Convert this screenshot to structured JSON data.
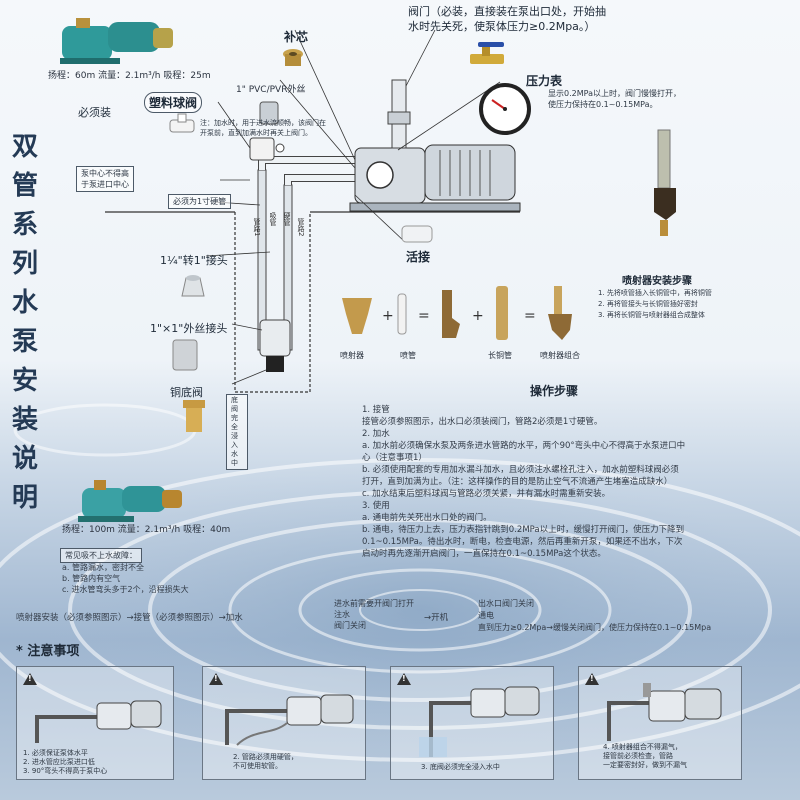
{
  "title_chars": [
    "双",
    "管",
    "系",
    "列",
    "水",
    "泵",
    "安",
    "装",
    "说",
    "明"
  ],
  "pump_top": {
    "caption": "扬程：60m 流量：2.1m³/h 吸程：25m"
  },
  "pump_bottom": {
    "caption": "扬程：100m 流量：2.1m³/h 吸程：40m"
  },
  "labels": {
    "valve_note_line1": "阀门（必装，直接装在泵出口处，开始抽",
    "valve_note_line2": "水时先关死，使泵体压力≥0.2Mpa。）",
    "plug": "补芯",
    "pressure_gauge": "压力表",
    "gauge_note_line1": "显示0.2MPa以上时，阀门慢慢打开，",
    "gauge_note_line2": "使压力保持在0.1~0.15MPa。",
    "pvc_thread": "1\" PVC/PVR外丝",
    "must_install": "必须装",
    "plastic_ball_valve": "塑料球阀",
    "ball_valve_note_line1": "注：加水时，用于进水流顺畅，该阀门在",
    "ball_valve_note_line2": "开泵前，直到加满水时再关上阀门。",
    "center_note_line1": "泵中心不得高",
    "center_note_line2": "于泵进口中心",
    "pipe_note": "必须为1寸硬管",
    "live_joint": "活接",
    "adapter": "1¼\"转1\"接头",
    "nipple": "1\"×1\"外丝接头",
    "foot_valve": "铜底阀",
    "foot_note": "底阀完全浸入水中",
    "inner_pipe_a": "管路1",
    "inner_pipe_b": "管路2",
    "tube_a": "吸管",
    "tube_b": "硬管"
  },
  "ejector": {
    "title": "喷射器安装步骤",
    "steps": [
      "1. 先将喷管插入长铜管中，再将铜管",
      "2. 再将管接头与长铜管插好密封",
      "3. 再将长铜管与喷射器组合成整体"
    ],
    "parts": [
      "喷射器",
      "喷管",
      "长铜管",
      "喷射器组合"
    ]
  },
  "operation": {
    "title": "操作步骤",
    "sections": [
      {
        "head": "1. 接管",
        "lines": [
          "接管必须参照图示，出水口必须装阀门，管路2必须是1寸硬管。"
        ]
      },
      {
        "head": "2. 加水",
        "lines": [
          "a. 加水前必须确保水泵及两条进水管路的水平，两个90°弯头中心不得高于水泵进口中",
          "   心（注意事项1）",
          "b. 必须使用配套的专用加水漏斗加水，且必须注水螺栓孔注入，加水前塑料球阀必须",
          "   打开，直到加满为止。（注：这样操作的目的是防止空气不流通产生堵塞造成缺水）",
          "c. 加水结束后塑料球阀与管路必须关紧，并有漏水时需重新安装。"
        ]
      },
      {
        "head": "3. 使用",
        "lines": [
          "a. 通电前先关死出水口处的阀门。",
          "b. 通电，待压力上去，压力表指针跳到0.2MPa以上时，缓慢打开阀门，使压力下降到",
          "   0.1~0.15MPa。待出水时，断电，检查电源，然后再重新开泵，如果还不出水，下次",
          "   启动时再先逐渐开启阀门，一直保持在0.1~0.15MPa这个状态。"
        ]
      }
    ]
  },
  "trouble": {
    "title": "常见吸不上水故障：",
    "items": [
      "a. 管路漏水，密封不全",
      "b. 管路内有空气",
      "c. 进水管弯头多于2个，沿程损失大"
    ]
  },
  "flow": {
    "start": "喷射器安装（必须参照图示）→接管（必须参照图示）→加水",
    "branch_top": "进水前需要开阀门打开",
    "branch_mid": "注水",
    "branch_bot": "阀门关闭",
    "next": "→开机",
    "right_top": "出水口阀门关闭",
    "right_mid": "通电",
    "right_bot": "直到压力≥0.2Mpa→缓慢关闭阀门，使压力保持在0.1~0.15Mpa"
  },
  "notice": {
    "title": "注意事项",
    "panels": [
      {
        "lines": [
          "1. 必须保证泵体水平",
          "2. 进水管应比泵进口低",
          "3. 90°弯头不得高于泵中心"
        ]
      },
      {
        "lines": [
          "2. 管路必须用硬管，",
          "   不可使用软管。"
        ]
      },
      {
        "lines": [
          "3. 底阀必须完全浸入水中"
        ]
      },
      {
        "lines": [
          "4. 喷射器组合不得漏气，",
          "   接管前必须检查，管路",
          "   一定要密封好，做到不漏气"
        ]
      }
    ]
  }
}
